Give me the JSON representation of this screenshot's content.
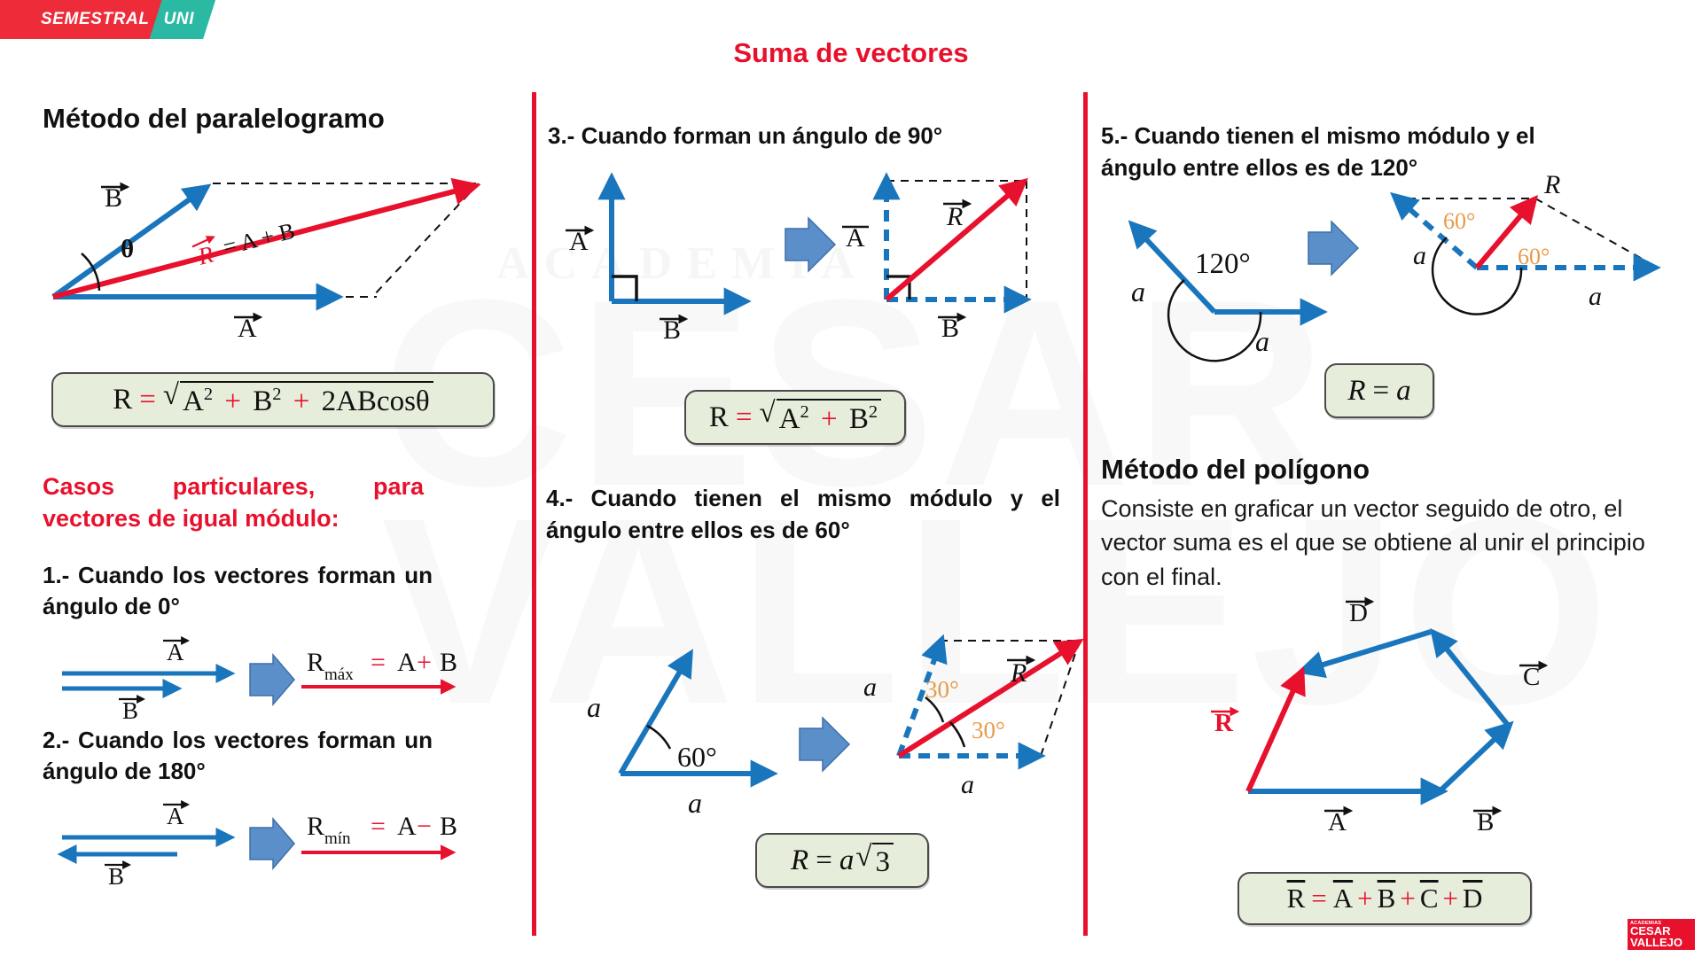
{
  "brand": {
    "badge_left": "SEMESTRAL",
    "badge_right": "UNI",
    "watermark_academia": "ACADEMIA",
    "watermark_line1": "CESAR",
    "watermark_line2": "VALLEJO",
    "logo_small_top": "ACADEMIAS",
    "logo_line1": "CESAR",
    "logo_line2": "VALLEJO",
    "accent_red": "#e8112d",
    "accent_blue": "#1a76bc",
    "accent_teal": "#2bb9a3",
    "accent_orange": "#e89a4a",
    "formula_box_bg": "#e6eedb"
  },
  "title": "Suma de vectores",
  "col1": {
    "heading": "Método del paralelogramo",
    "fig_labels": {
      "vec_b": "B",
      "vec_a": "A",
      "theta": "θ",
      "resultant": "R",
      "resultant_expr": "= A + B"
    },
    "formula": {
      "lhs": "R",
      "eq": "=",
      "sqrt": "√",
      "term_a": "A",
      "pow_a": "2",
      "plus1": "+",
      "term_b": "B",
      "pow_b": "2",
      "plus2": "+",
      "term_c": "2ABcosθ"
    },
    "cases_heading": "Casos particulares, para vectores de igual módulo:",
    "case1": {
      "text": "1.- Cuando los vectores forman un ángulo de 0°",
      "label_a": "A",
      "label_b": "B",
      "formula_lhs": "R",
      "formula_sub": "máx",
      "formula_eq": "=",
      "formula_rhs_a": "A",
      "formula_op": "+",
      "formula_rhs_b": "B"
    },
    "case2": {
      "text": "2.- Cuando los vectores forman un ángulo de 180°",
      "label_a": "A",
      "label_b": "B",
      "formula_lhs": "R",
      "formula_sub": "mín",
      "formula_eq": "=",
      "formula_rhs_a": "A",
      "formula_op": "−",
      "formula_rhs_b": "B"
    }
  },
  "col2": {
    "case3": {
      "heading": "3.- Cuando forman un ángulo de 90°",
      "left_label_a": "A",
      "left_label_b": "B",
      "right_label_a": "A",
      "right_label_b": "B",
      "right_label_r": "R",
      "formula": {
        "lhs": "R",
        "eq": "=",
        "sqrt": "√",
        "term_a": "A",
        "pow_a": "2",
        "plus": "+",
        "term_b": "B",
        "pow_b": "2"
      }
    },
    "case4": {
      "heading": "4.- Cuando tienen el mismo módulo y el ángulo entre ellos es de 60°",
      "left_label_a1": "a",
      "left_angle": "60°",
      "left_label_a2": "a",
      "right_label_a1": "a",
      "right_label_a2": "a",
      "right_angle_1": "30°",
      "right_angle_2": "30°",
      "right_label_r": "R",
      "formula": {
        "lhs": "R",
        "eq": "=",
        "a": "a",
        "sqrt": "√",
        "radicand": "3"
      }
    }
  },
  "col3": {
    "case5": {
      "heading": "5.- Cuando tienen el mismo módulo y el ángulo entre ellos es de 120°",
      "left_label_a1": "a",
      "left_angle": "120°",
      "left_label_a2": "a",
      "right_label_a1": "a",
      "right_label_a2": "a",
      "right_angle_1": "60°",
      "right_angle_2": "60°",
      "right_label_r": "R",
      "formula": {
        "lhs": "R",
        "eq": "=",
        "rhs": "a"
      }
    },
    "polygon": {
      "heading": "Método del polígono",
      "body": "Consiste en graficar un vector seguido de otro, el vector suma es el que se obtiene al unir el principio con el final.",
      "labels": {
        "vec_d": "D",
        "vec_c": "C",
        "vec_a": "A",
        "vec_b": "B",
        "vec_r": "R"
      },
      "formula": {
        "lhs": "R",
        "eq": "=",
        "a": "A",
        "p1": "+",
        "b": "B",
        "p2": "+",
        "c": "C",
        "p3": "+",
        "d": "D"
      }
    }
  }
}
